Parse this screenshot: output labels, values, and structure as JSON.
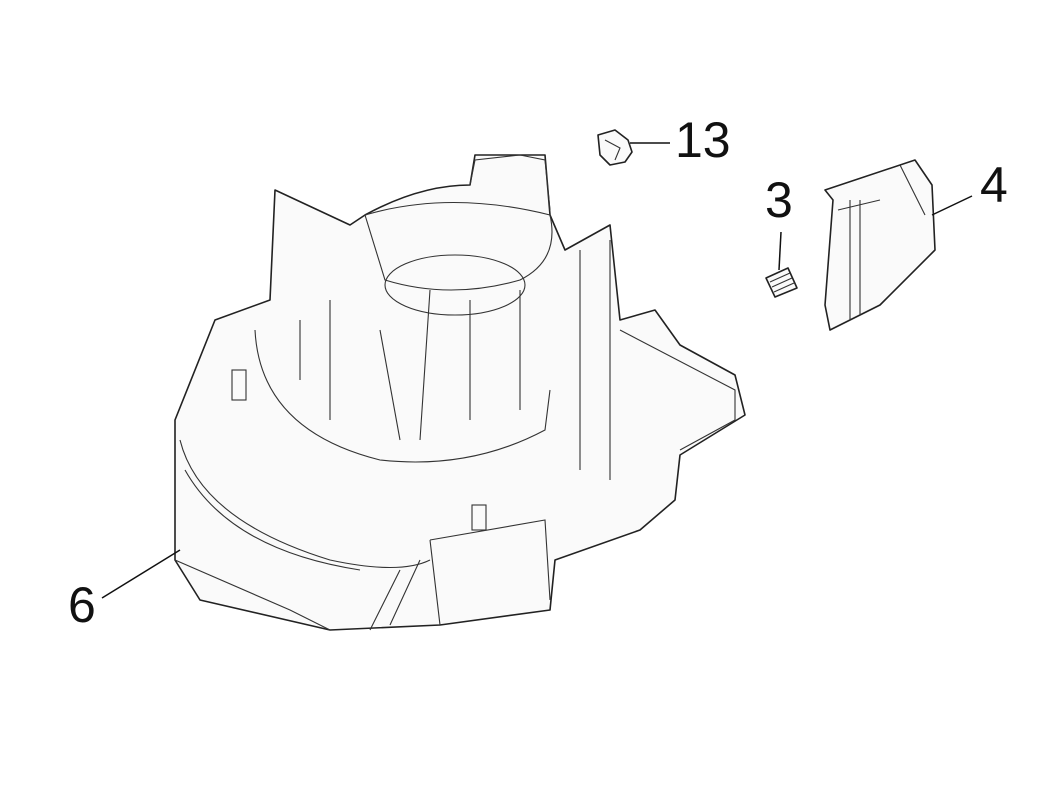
{
  "diagram": {
    "callouts": [
      {
        "id": "13",
        "label": "13"
      },
      {
        "id": "3",
        "label": "3"
      },
      {
        "id": "4",
        "label": "4"
      },
      {
        "id": "6",
        "label": "6"
      }
    ]
  }
}
